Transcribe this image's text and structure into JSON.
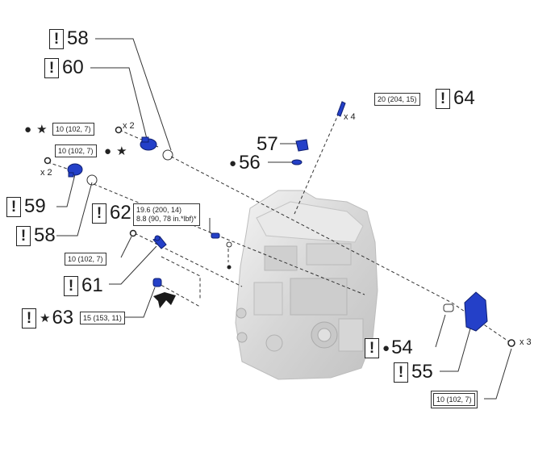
{
  "callouts": {
    "p58_top": "58",
    "p60": "60",
    "p59": "59",
    "p58_low": "58",
    "p62": "62",
    "p61": "61",
    "p63": "63",
    "p57": "57",
    "p56": "56",
    "p64": "64",
    "p54": "54",
    "p55": "55"
  },
  "warning_mark": "!",
  "symbols": {
    "dot": "●",
    "star": "★"
  },
  "torques": {
    "t_upper_left": "10 (102, 7)",
    "t_mid_left": "10 (102, 7)",
    "t_62_line1": "19.6 (200, 14)",
    "t_62_line2": "8.8 (90, 78 in.*lbf)*",
    "t_61": "10 (102, 7)",
    "t_63": "15 (153, 11)",
    "t_64": "20 (204, 15)",
    "t_55": "10 (102, 7)"
  },
  "quantities": {
    "q_upper_left": "x 2",
    "q_59": "x 2",
    "q_64": "x 4",
    "q_55": "x 3"
  },
  "colors": {
    "part_blue": "#2440c8",
    "line": "#333333",
    "engine": "#dcdcdc"
  }
}
